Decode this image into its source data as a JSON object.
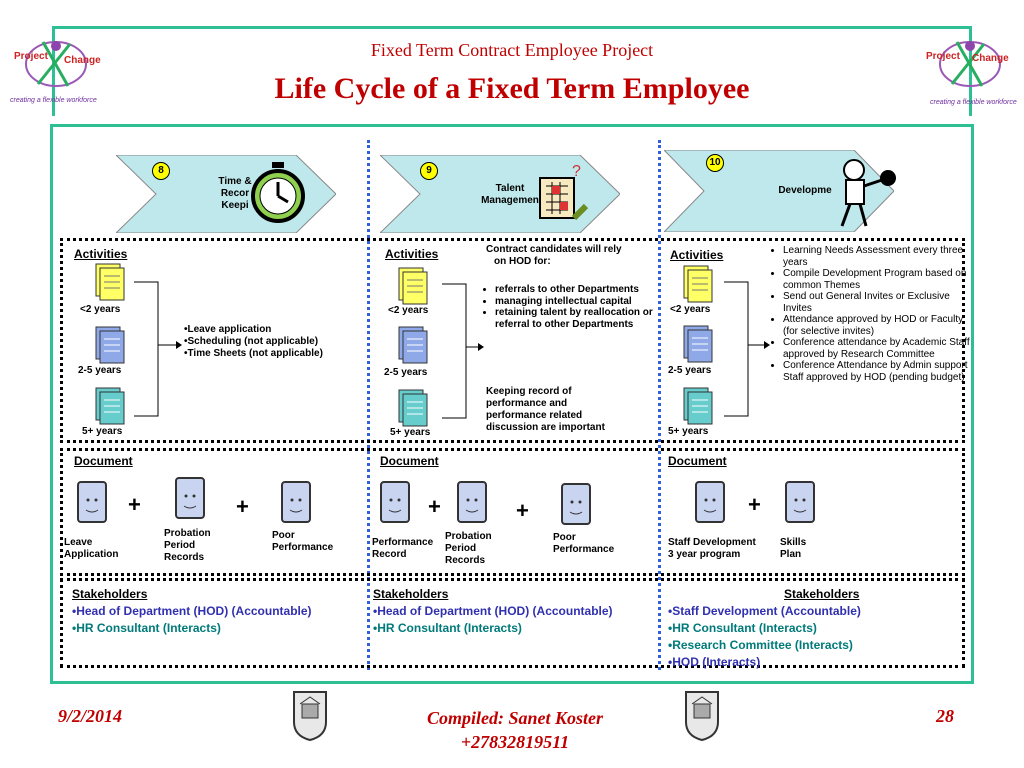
{
  "header": {
    "subtitle": "Fixed Term Contract Employee Project",
    "title": "Life Cycle of a Fixed Term Employee",
    "logo_left": {
      "line1": "Project",
      "line2": "Change",
      "tagline": "creating a flexible workforce"
    },
    "logo_right": {
      "line1": "Project",
      "line2": "Change",
      "tagline": "creating a flexible workforce"
    }
  },
  "columns": [
    {
      "badge": "8",
      "stage": [
        "Time &",
        "Recor",
        "Keepi"
      ],
      "activities_label": "Activities",
      "years": [
        "<2 years",
        "2-5 years",
        "5+ years"
      ],
      "activity_items": [
        "•Leave application",
        "•Scheduling (not applicable)",
        "•Time Sheets (not applicable)"
      ],
      "document_label": "Document",
      "documents": [
        [
          "Leave",
          "Application"
        ],
        [
          "Probation",
          "Period",
          "Records"
        ],
        [
          "Poor",
          "Performance"
        ]
      ],
      "stakeholders_label": "Stakeholders",
      "stakeholders": [
        "•Head of Department (HOD) (Accountable)",
        "•HR Consultant (Interacts)"
      ]
    },
    {
      "badge": "9",
      "stage": [
        "Talent",
        "Managemen"
      ],
      "activities_label": "Activities",
      "years": [
        "<2 years",
        "2-5 years",
        "5+ years"
      ],
      "intro": [
        "Contract candidates will rely",
        "on HOD for:"
      ],
      "activity_items": [
        "referrals to other Departments",
        "managing intellectual capital",
        "retaining talent by reallocation or referral to other Departments"
      ],
      "outro": [
        "Keeping record of",
        "performance and",
        "performance related",
        "discussion are important"
      ],
      "document_label": "Document",
      "documents": [
        [
          "Performance",
          "Record"
        ],
        [
          "Probation",
          "Period",
          "Records"
        ],
        [
          "Poor",
          "Performance"
        ]
      ],
      "stakeholders_label": "Stakeholders",
      "stakeholders": [
        "•Head of Department (HOD) (Accountable)",
        "•HR Consultant (Interacts)"
      ]
    },
    {
      "badge": "10",
      "stage": [
        "Developme"
      ],
      "activities_label": "Activities",
      "years": [
        "<2 years",
        "2-5 years",
        "5+ years"
      ],
      "activity_items": [
        "Learning Needs Assessment every three years",
        "Compile Development Program based on common Themes",
        "Send out General Invites or Exclusive Invites",
        "Attendance approved by HOD or Faculty (for selective invites)",
        "Conference attendance by Academic Staff approved by Research Committee",
        "Conference Attendance by Admin support Staff approved by HOD (pending budget)"
      ],
      "document_label": "Document",
      "documents": [
        [
          "Staff Development",
          "3 year program"
        ],
        [
          "Skills",
          "Plan"
        ]
      ],
      "stakeholders_label": "Stakeholders",
      "stakeholders": [
        "•Staff Development (Accountable)",
        "•HR Consultant (Interacts)",
        "•Research Committee (Interacts)",
        "•HOD (Interacts)"
      ]
    }
  ],
  "plus_sign": "+",
  "footer": {
    "date": "9/2/2014",
    "compiled": "Compiled: Sanet Koster",
    "phone": "+27832819511",
    "page": "28"
  },
  "colors": {
    "frame": "#2fbf94",
    "title": "#c00000",
    "stake_blue": "#3030b0",
    "stake_teal": "#007a7a",
    "separator": "#3060e0",
    "chevron": "#bfe8ec"
  }
}
